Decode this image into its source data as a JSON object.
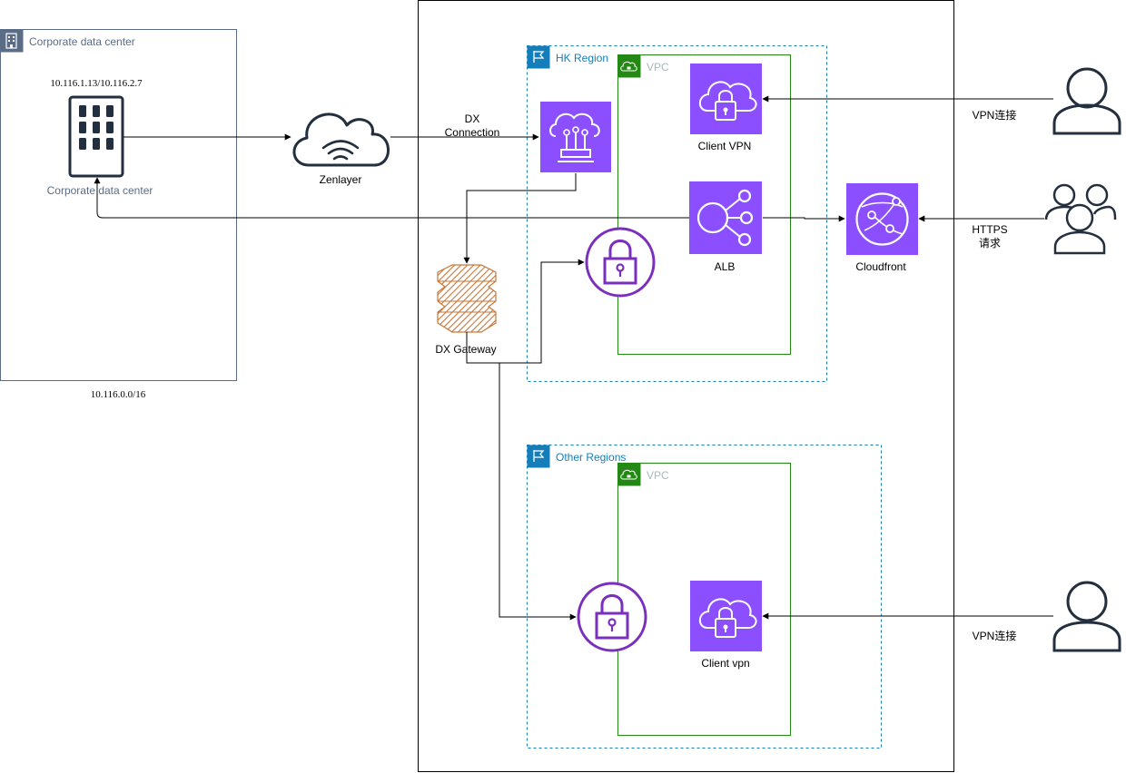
{
  "colors": {
    "aws_purple": "#8C4FFF",
    "region_blue": "#147EBA",
    "vpc_green": "#248814",
    "dc_slate": "#5A6C86",
    "dark_icon": "#232F3E",
    "gateway_orange": "#C7773A"
  },
  "corporate_dc": {
    "group_label": "Corporate data center",
    "ip_label": "10.116.1.13/10.116.2.7",
    "icon_label": "Corporate data center",
    "cidr_label": "10.116.0.0/16",
    "icon": "office-building-icon"
  },
  "zenlayer": {
    "label": "Zenlayer",
    "icon": "cloud-wifi-icon"
  },
  "dx_connection": {
    "line1": "DX",
    "line2": "Connection",
    "icon": "direct-connect-icon"
  },
  "dx_gateway": {
    "label": "DX Gateway",
    "icon": "dx-gateway-icon"
  },
  "hk_region": {
    "label": "HK Region",
    "vpc_label": "VPC",
    "client_vpn_label": "Client VPN",
    "alb_label": "ALB",
    "vgw_icon": "vpn-gateway-lock-icon"
  },
  "cloudfront": {
    "label": "Cloudfront",
    "icon": "cloudfront-icon"
  },
  "other_regions": {
    "label": "Other Regions",
    "vpc_label": "VPC",
    "client_vpn_label": "Client vpn",
    "vgw_icon": "vpn-gateway-lock-icon"
  },
  "users": {
    "vpn_top_label": "VPN连接",
    "https_line1": "HTTPS",
    "https_line2": "请求",
    "vpn_bottom_label": "VPN连接",
    "user_icon": "user-icon",
    "users_icon": "users-group-icon"
  }
}
